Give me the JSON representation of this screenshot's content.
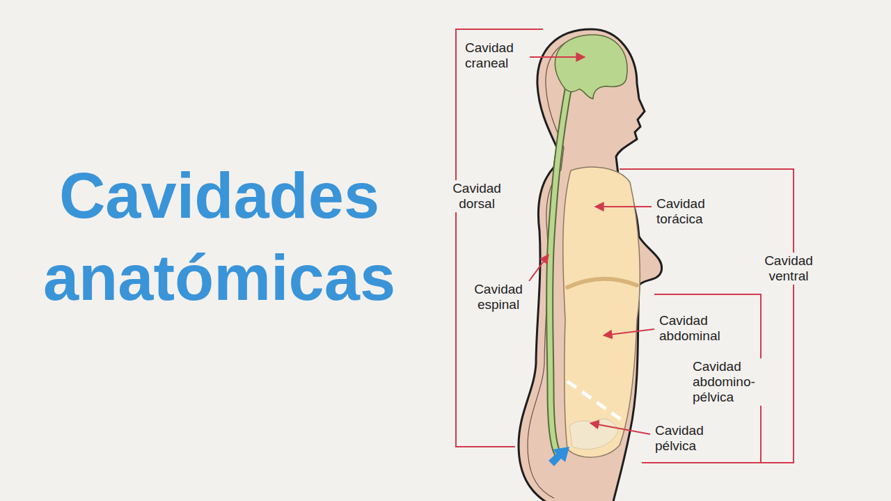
{
  "diagram": {
    "title": "Cavidades anatómicas",
    "labels": [
      "Cavidad craneal",
      "Cavidad dorsal",
      "Cavidad torácica",
      "Cavidad espinal",
      "Cavidad ventral",
      "Cavidad abdominal",
      "Cavidad abdomino-pélvica",
      "Cavidad pélvica"
    ]
  }
}
